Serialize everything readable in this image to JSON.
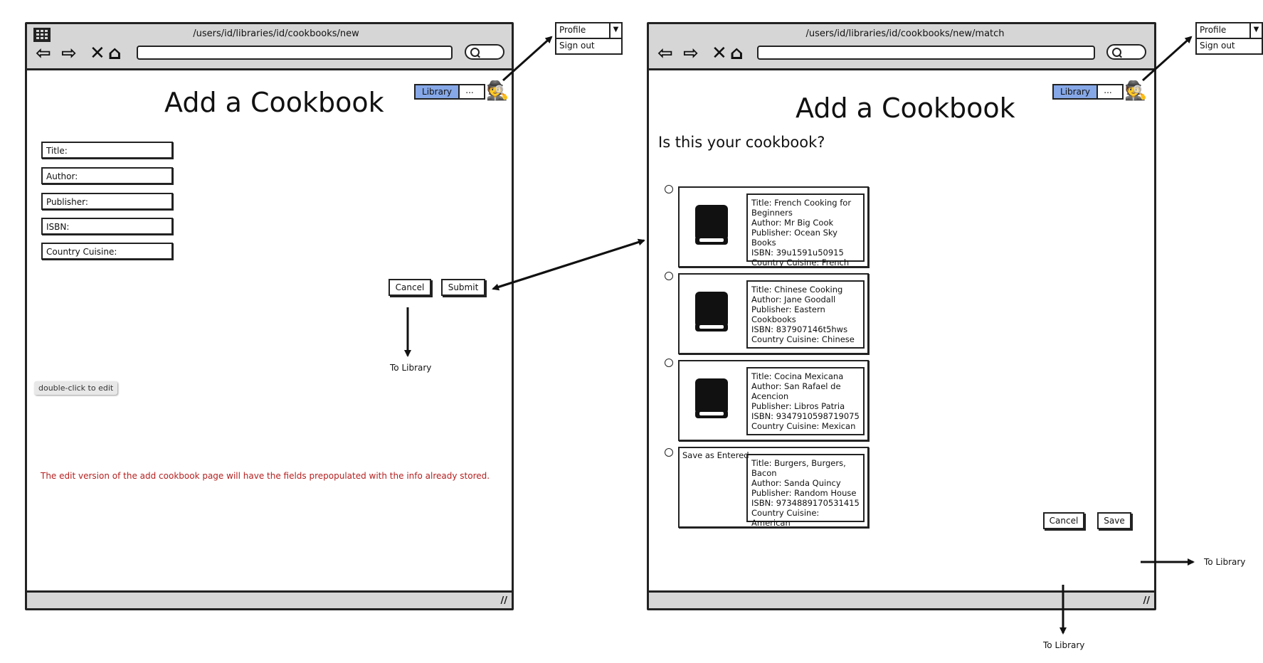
{
  "left_window": {
    "url": "/users/id/libraries/id/cookbooks/new",
    "page_title": "Add a Cookbook",
    "library_tab": "Library",
    "more_tab": "...",
    "fields": [
      {
        "label": "Title:"
      },
      {
        "label": "Author:"
      },
      {
        "label": "Publisher:"
      },
      {
        "label": "ISBN:"
      },
      {
        "label": "Country Cuisine:"
      }
    ],
    "cancel": "Cancel",
    "submit": "Submit",
    "to_library": "To Library",
    "tooltip": "double-click to edit",
    "note": "The edit version of the add cookbook page will have the fields prepopulated with the info already stored."
  },
  "left_dropdown": {
    "selected": "Profile",
    "options": [
      "Sign out"
    ]
  },
  "right_window": {
    "url": "/users/id/libraries/id/cookbooks/new/match",
    "page_title": "Add a Cookbook",
    "library_tab": "Library",
    "more_tab": "...",
    "question": "Is this your cookbook?",
    "matches": [
      {
        "lines": [
          "Title: French Cooking for Beginners",
          "Author: Mr Big Cook",
          "Publisher: Ocean Sky Books",
          "ISBN: 39u1591u50915",
          "Country Cuisine: French"
        ]
      },
      {
        "lines": [
          "Title: Chinese Cooking",
          "Author: Jane Goodall",
          "Publisher: Eastern Cookbooks",
          "ISBN: 837907146t5hws",
          "Country Cuisine: Chinese"
        ]
      },
      {
        "lines": [
          "Title: Cocina Mexicana",
          "Author: San Rafael de Acencion",
          "Publisher: Libros Patria",
          "ISBN: 9347910598719075",
          "Country Cuisine: Mexican"
        ]
      }
    ],
    "entered": {
      "label": "Save as Entered",
      "lines": [
        "Title: Burgers, Burgers, Bacon",
        "Author: Sanda Quincy",
        "Publisher: Random House",
        "ISBN: 9734889170531415",
        "Country Cuisine: American"
      ]
    },
    "cancel": "Cancel",
    "save": "Save",
    "to_library_right": "To Library",
    "to_library_bottom": "To Library"
  },
  "right_dropdown": {
    "selected": "Profile",
    "options": [
      "Sign out"
    ]
  },
  "colors": {
    "library_tab": "#86a8e8",
    "note": "#b52020",
    "chrome": "#d6d6d6"
  }
}
